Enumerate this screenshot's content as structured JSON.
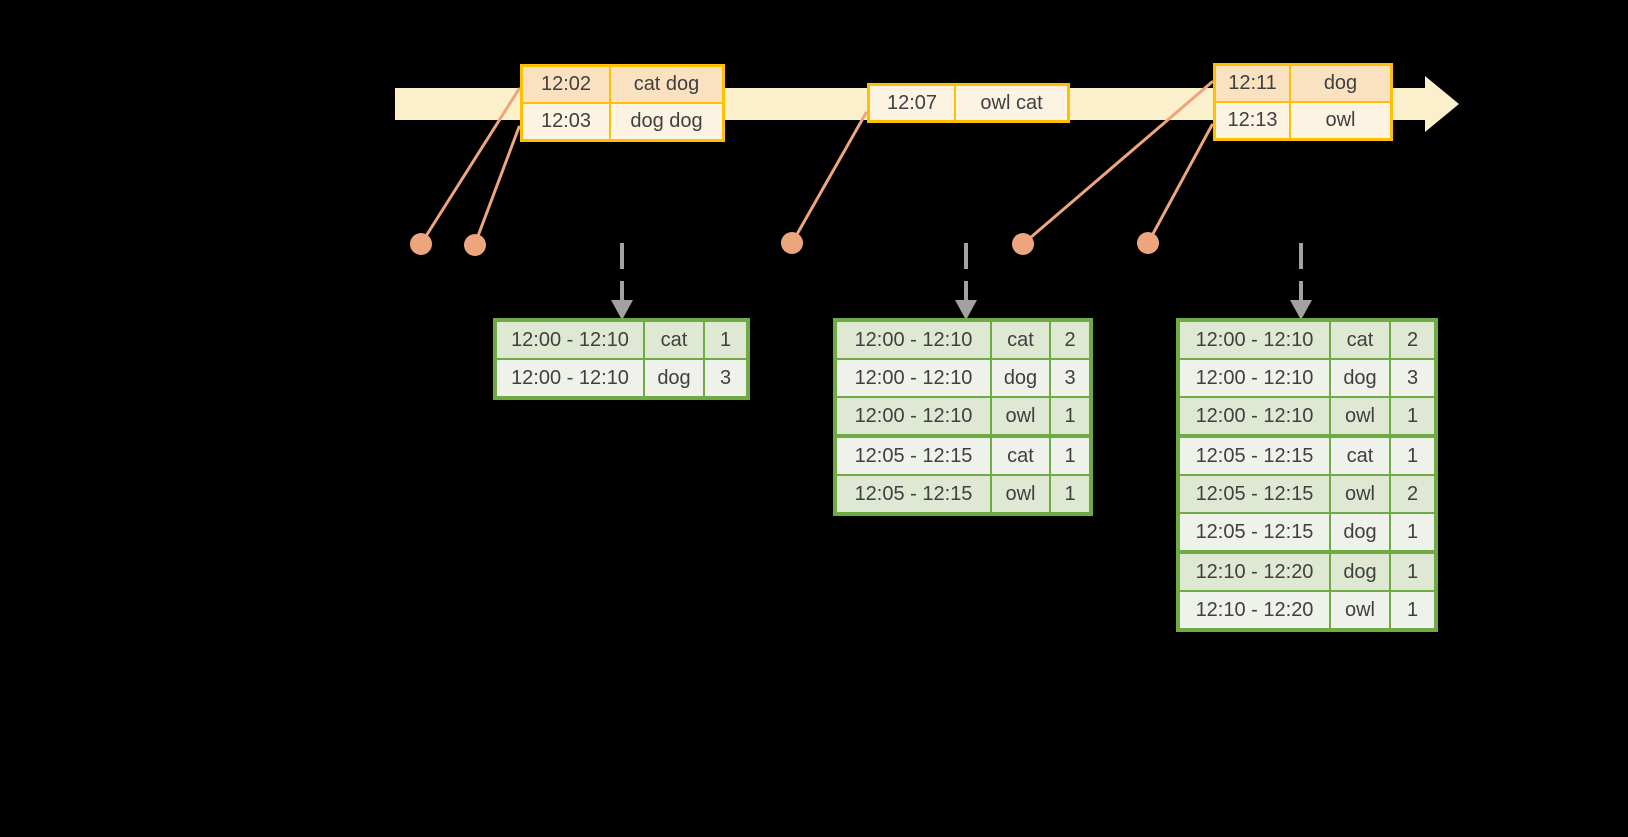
{
  "colors": {
    "background": "#000000",
    "timeline_band": "#FBF0CB",
    "event_table_border": "#FFC000",
    "event_row_dark": "#FAE2C1",
    "event_row_light": "#FDF3E3",
    "event_connector": "#ECA57D",
    "trigger_arrow": "#A2A2A2",
    "result_table_border": "#6EAB45",
    "result_row_dark": "#DFE8D3",
    "result_row_light": "#EEF2EA",
    "text": "#404040"
  },
  "event_tables": [
    {
      "rows": [
        {
          "time": "12:02",
          "words": "cat dog"
        },
        {
          "time": "12:03",
          "words": "dog dog"
        }
      ]
    },
    {
      "rows": [
        {
          "time": "12:07",
          "words": "owl cat"
        }
      ]
    },
    {
      "rows": [
        {
          "time": "12:11",
          "words": "dog"
        },
        {
          "time": "12:13",
          "words": "owl"
        }
      ]
    }
  ],
  "result_tables": [
    {
      "rows": [
        {
          "window": "12:00 - 12:10",
          "word": "cat",
          "count": "1"
        },
        {
          "window": "12:00 - 12:10",
          "word": "dog",
          "count": "3"
        }
      ]
    },
    {
      "rows": [
        {
          "window": "12:00 - 12:10",
          "word": "cat",
          "count": "2"
        },
        {
          "window": "12:00 - 12:10",
          "word": "dog",
          "count": "3"
        },
        {
          "window": "12:00 - 12:10",
          "word": "owl",
          "count": "1"
        },
        {
          "window": "12:05 - 12:15",
          "word": "cat",
          "count": "1"
        },
        {
          "window": "12:05 - 12:15",
          "word": "owl",
          "count": "1"
        }
      ]
    },
    {
      "rows": [
        {
          "window": "12:00 - 12:10",
          "word": "cat",
          "count": "2"
        },
        {
          "window": "12:00 - 12:10",
          "word": "dog",
          "count": "3"
        },
        {
          "window": "12:00 - 12:10",
          "word": "owl",
          "count": "1"
        },
        {
          "window": "12:05 - 12:15",
          "word": "cat",
          "count": "1"
        },
        {
          "window": "12:05 - 12:15",
          "word": "owl",
          "count": "2"
        },
        {
          "window": "12:05 - 12:15",
          "word": "dog",
          "count": "1"
        },
        {
          "window": "12:10 - 12:20",
          "word": "dog",
          "count": "1"
        },
        {
          "window": "12:10 - 12:20",
          "word": "owl",
          "count": "1"
        }
      ]
    }
  ]
}
